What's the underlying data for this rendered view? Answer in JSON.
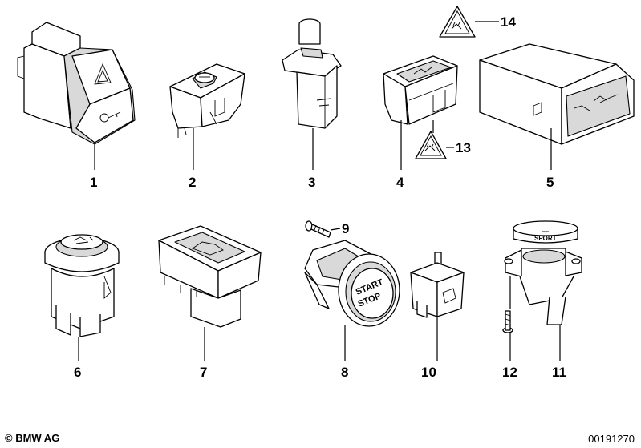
{
  "callouts": {
    "p1": "1",
    "p2": "2",
    "p3": "3",
    "p4": "4",
    "p5": "5",
    "p6": "6",
    "p7": "7",
    "p8": "8",
    "p9": "9",
    "p10": "10",
    "p11": "11",
    "p12": "12",
    "p13": "13",
    "p14": "14"
  },
  "button_text": {
    "start": "START",
    "stop": "STOP",
    "sport": "SPORT"
  },
  "footer": {
    "copyright": "© BMW AG",
    "doc_id": "00191270"
  }
}
